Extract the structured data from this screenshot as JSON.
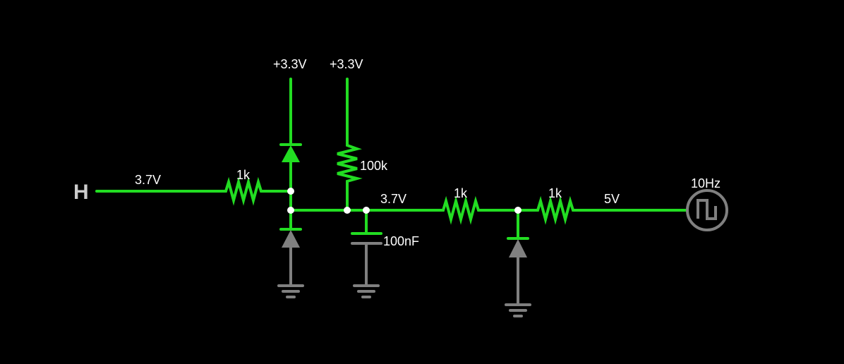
{
  "diagram": {
    "title": "",
    "colors": {
      "background": "#000000",
      "live_wire": "#22dd22",
      "ground_wire": "#808080",
      "labels": "#ffffff",
      "logic_input": "#cccccc",
      "nodes": "#ffffff"
    },
    "logic_input": {
      "label": "H"
    },
    "input_voltage_label": "3.7V",
    "resistor_r1": {
      "label": "1k"
    },
    "supply_1": {
      "label": "+3.3V"
    },
    "supply_2": {
      "label": "+3.3V"
    },
    "pullup_resistor": {
      "label": "100k"
    },
    "node_voltage_label": "3.7V",
    "capacitor": {
      "label": "100nF"
    },
    "resistor_r2": {
      "label": "1k"
    },
    "resistor_r3": {
      "label": "1k"
    },
    "source_voltage_label": "5V",
    "square_source": {
      "label": "10Hz"
    },
    "components": [
      "logic-input H",
      "resistor 1k",
      "diode to +3.3V",
      "diode from ground",
      "resistor 100k to +3.3V",
      "capacitor 100nF to ground",
      "resistor 1k",
      "diode from ground",
      "resistor 1k",
      "square wave source 10Hz"
    ]
  }
}
